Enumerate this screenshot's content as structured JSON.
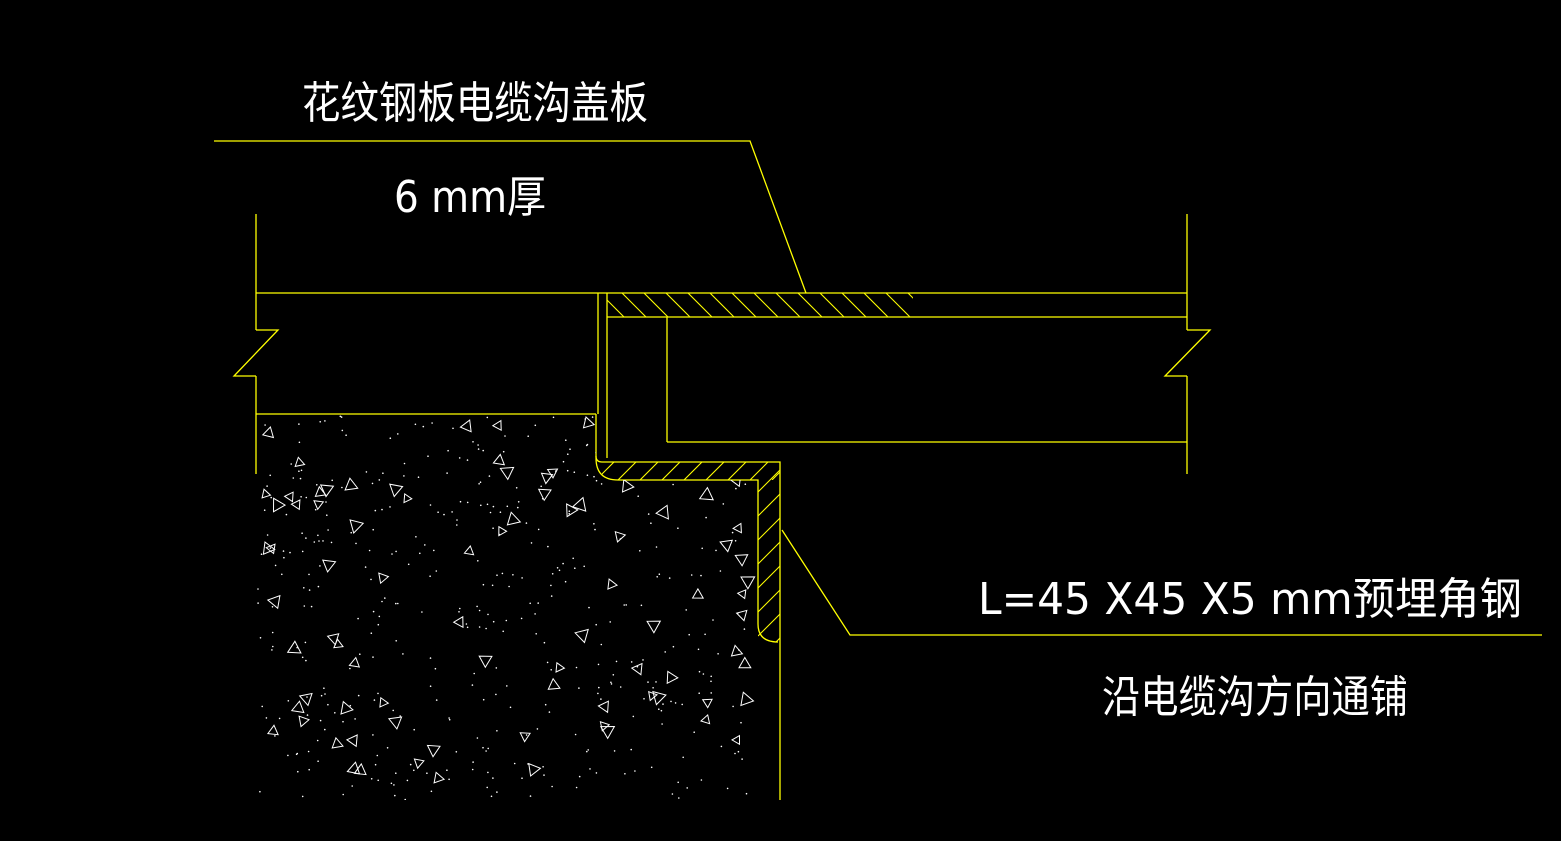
{
  "colors": {
    "background": "#000000",
    "line": "#ffff00",
    "text": "#ffffff",
    "aggregate": "#ffffff"
  },
  "labels": {
    "cover_plate_title": "花纹钢板电缆沟盖板",
    "cover_plate_thickness": "6 mm厚",
    "angle_steel_spec": "L=45 X45 X5 mm预埋角钢",
    "angle_steel_note": "沿电缆沟方向通铺"
  }
}
